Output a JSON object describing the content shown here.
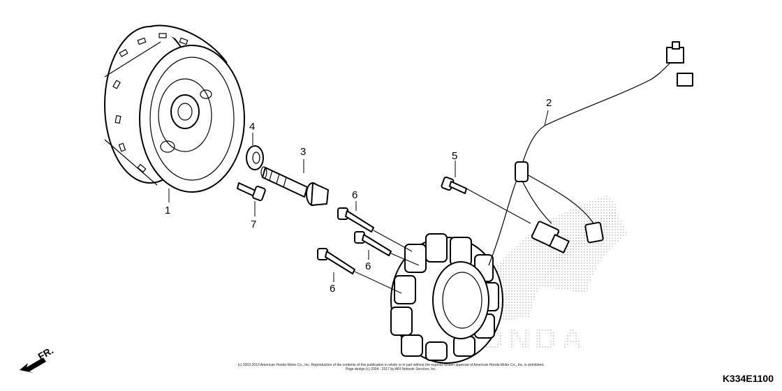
{
  "callouts": {
    "flywheel": "1",
    "stator_harness": "2",
    "bolt_flange": "3",
    "washer": "4",
    "screw_5": "5",
    "bolt_6a": "6",
    "bolt_6b": "6",
    "bolt_6c": "6",
    "screw_7": "7"
  },
  "front_indicator": "FR.",
  "watermark_text": "HONDA",
  "copyright_line1": "(c) 2003-2013 American Honda Motor Co., Inc. Reproduction of the contents of this publication in whole or in part without the express written approval of American Honda Motor Co., Inc. is prohibited.",
  "copyright_line2": "Page design (c) 2004 - 2017 by ARI Network Services, Inc.",
  "diagram_code": "K334E1100"
}
